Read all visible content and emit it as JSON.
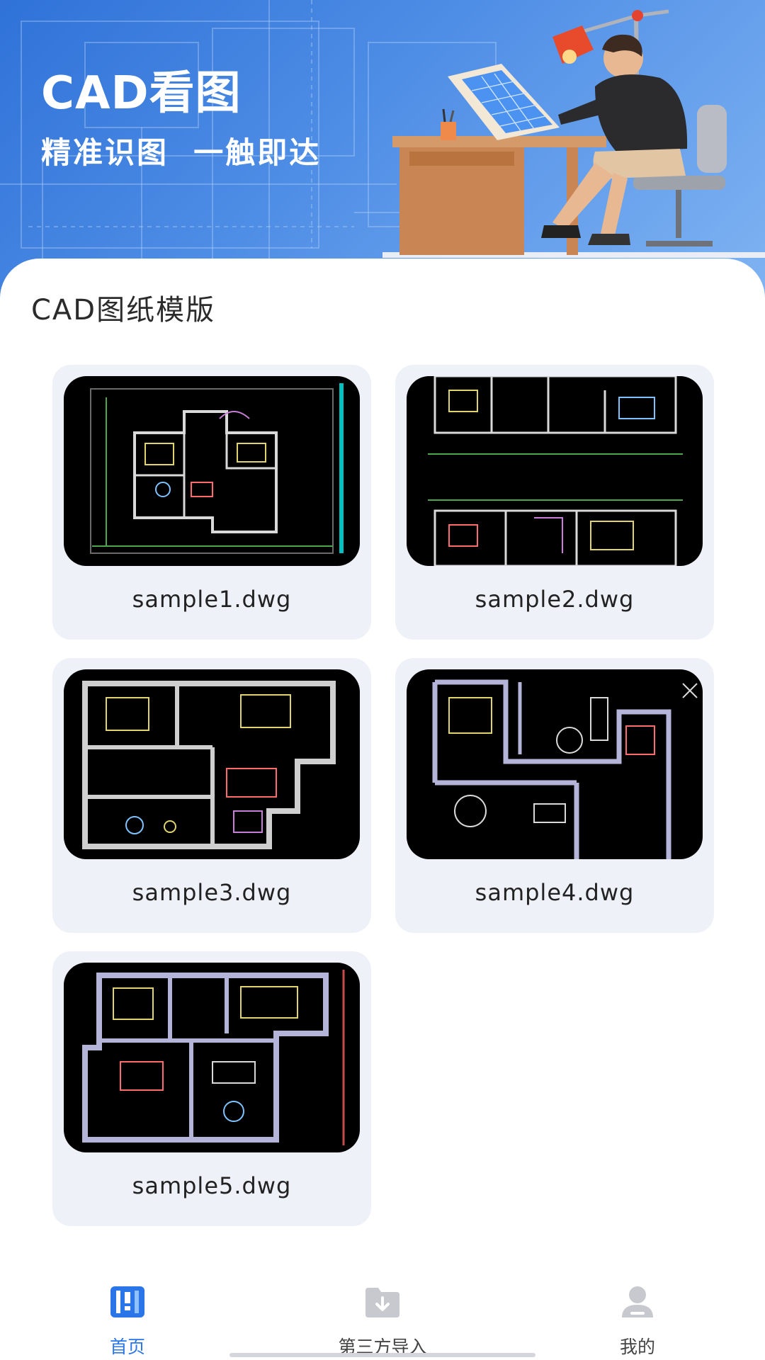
{
  "banner": {
    "title": "CAD看图",
    "subtitle": "精准识图  一触即达"
  },
  "section": {
    "title": "CAD图纸模版"
  },
  "templates": [
    {
      "name": "sample1.dwg"
    },
    {
      "name": "sample2.dwg"
    },
    {
      "name": "sample3.dwg"
    },
    {
      "name": "sample4.dwg"
    },
    {
      "name": "sample5.dwg"
    }
  ],
  "nav": {
    "items": [
      {
        "label": "首页",
        "icon": "blueprint-icon",
        "active": true
      },
      {
        "label": "第三方导入",
        "icon": "folder-download-icon",
        "active": false
      },
      {
        "label": "我的",
        "icon": "user-icon",
        "active": false
      }
    ]
  },
  "colors": {
    "accent": "#2a76e8",
    "banner": "#3a7fe0",
    "card_bg": "#eef1f8",
    "nav_inactive": "#c7c9cf"
  }
}
